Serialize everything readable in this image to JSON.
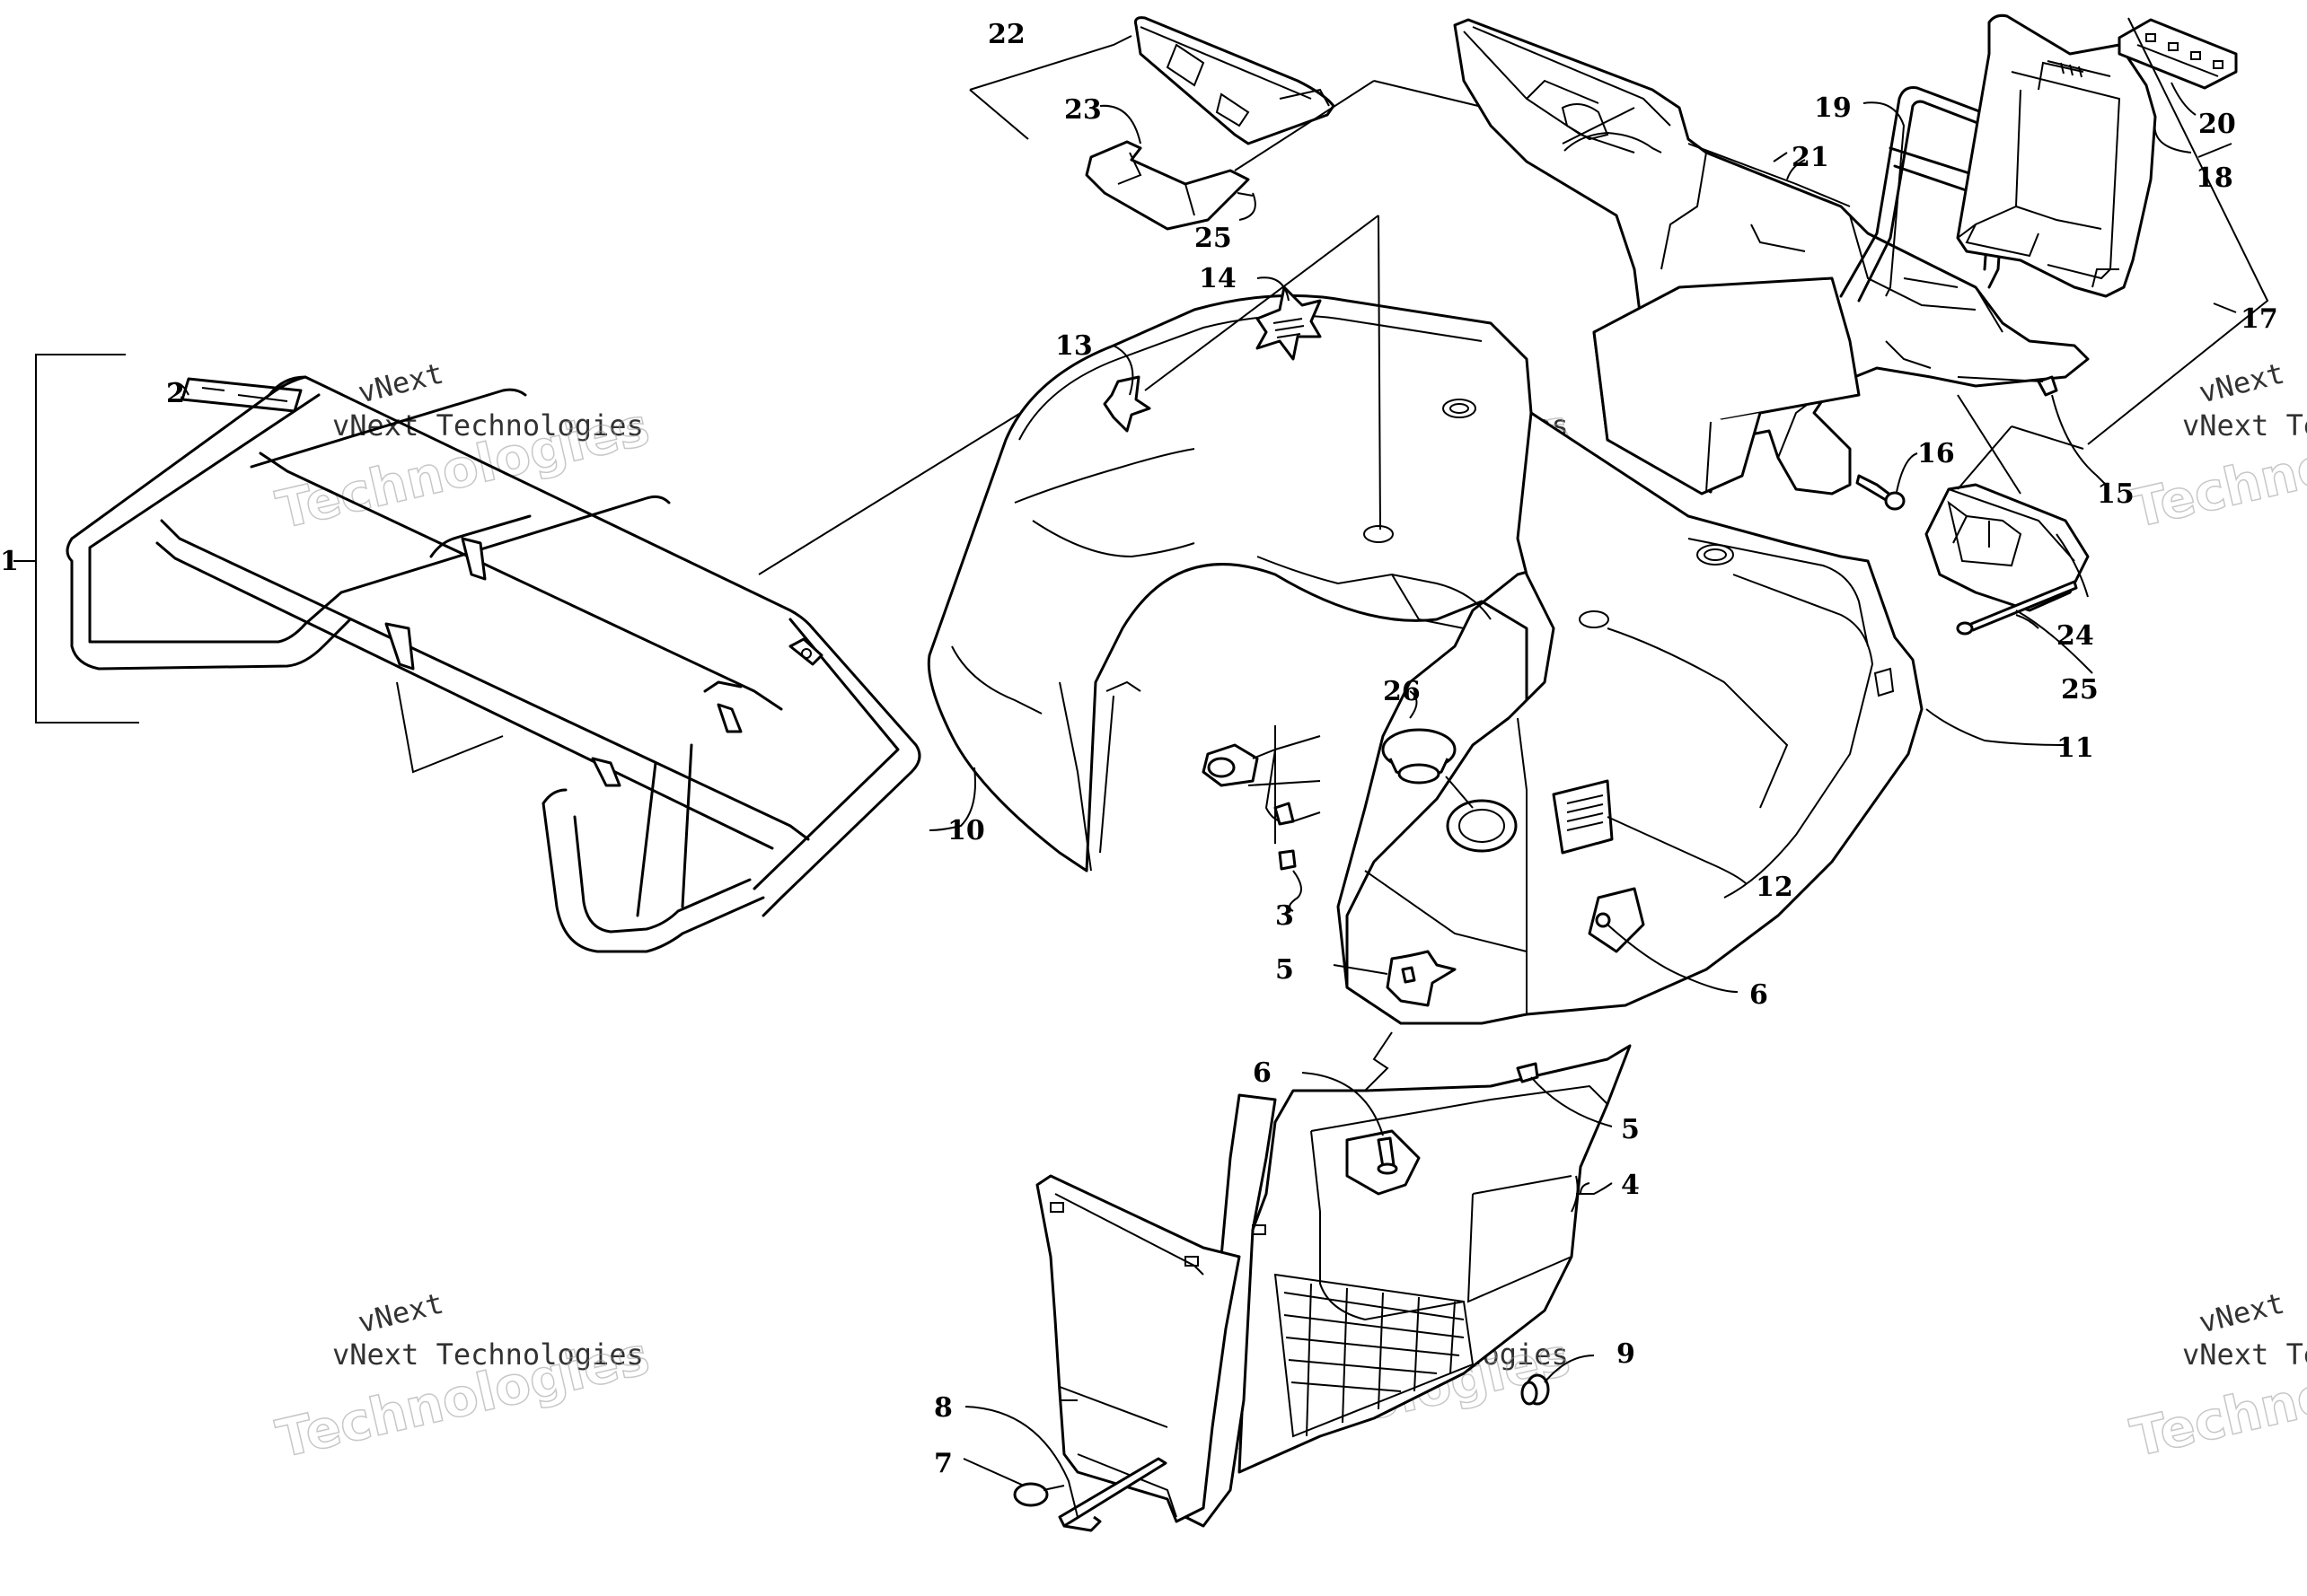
{
  "diagram": {
    "callouts": [
      "1",
      "2",
      "3",
      "4",
      "5",
      "5",
      "6",
      "6",
      "7",
      "8",
      "9",
      "10",
      "11",
      "12",
      "13",
      "14",
      "15",
      "16",
      "17",
      "18",
      "19",
      "20",
      "21",
      "22",
      "23",
      "24",
      "25",
      "25",
      "26"
    ],
    "watermarks": {
      "small": "vNext",
      "company": "vNext Technologies",
      "big": "Technologies"
    }
  }
}
